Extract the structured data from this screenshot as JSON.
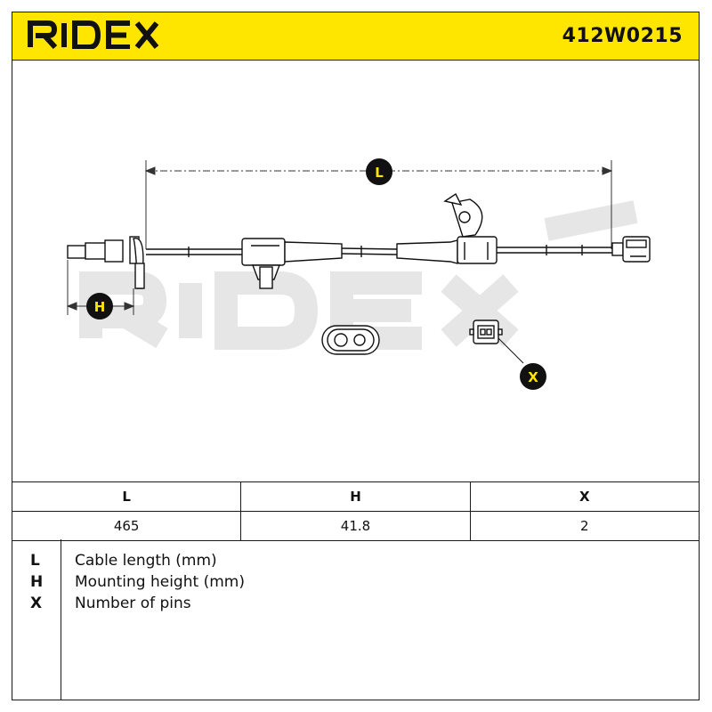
{
  "header": {
    "brand": "RIDEX",
    "part_number": "412W0215",
    "accent_color": "#FFE600"
  },
  "drawing": {
    "watermark": "RIDEX",
    "callouts": {
      "L": "L",
      "H": "H",
      "X": "X"
    }
  },
  "spec_table": {
    "headers": [
      "L",
      "H",
      "X"
    ],
    "values": [
      "465",
      "41.8",
      "2"
    ]
  },
  "legend": [
    {
      "key": "L",
      "text": "Cable length (mm)"
    },
    {
      "key": "H",
      "text": "Mounting height (mm)"
    },
    {
      "key": "X",
      "text": "Number of pins"
    }
  ]
}
